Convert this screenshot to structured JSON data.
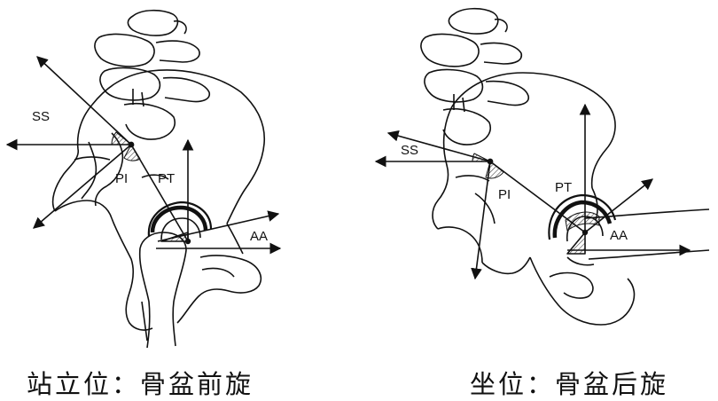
{
  "left_panel": {
    "labels": {
      "ss": "SS",
      "pi": "PI",
      "pt": "PT",
      "aa": "AA"
    },
    "caption": "站立位：骨盆前旋"
  },
  "right_panel": {
    "labels": {
      "ss": "SS",
      "pi": "PI",
      "pt": "PT",
      "aa": "AA"
    },
    "caption": "坐位：骨盆后旋"
  },
  "colors": {
    "ink": "#111111",
    "hatch": "#555555",
    "background": "#ffffff"
  }
}
